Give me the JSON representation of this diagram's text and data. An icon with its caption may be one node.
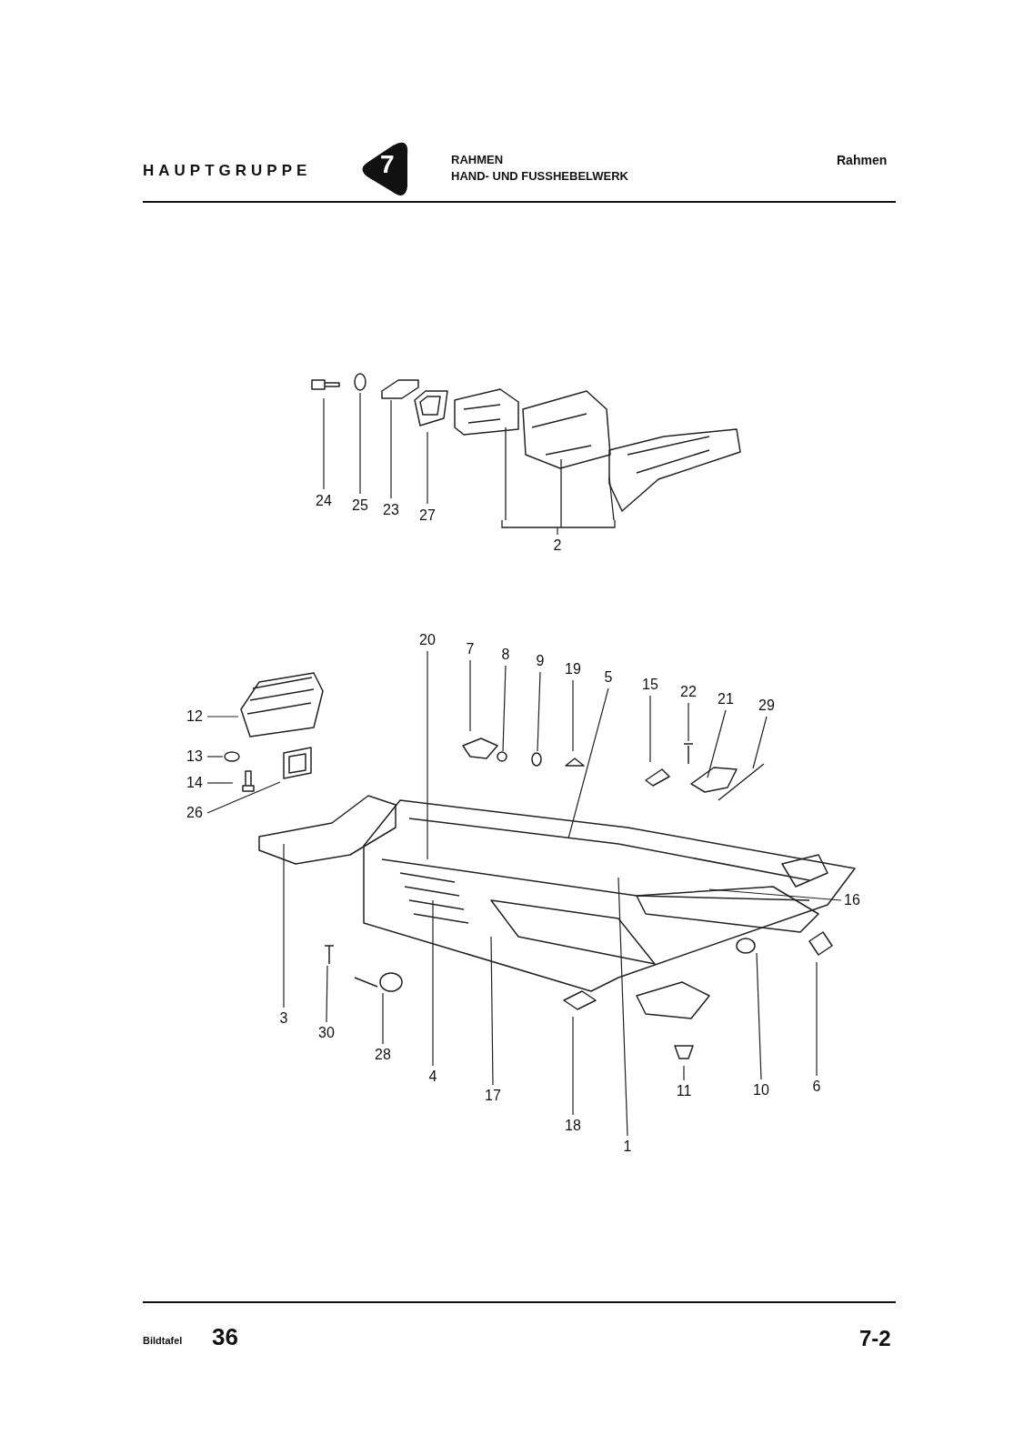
{
  "diagram": {
    "nodes": [
      {
        "text": [
          "24"
        ]
      },
      {
        "text": [
          "25"
        ]
      },
      {
        "text": [
          "23"
        ]
      },
      {
        "text": [
          "27"
        ]
      },
      {
        "text": [
          "2"
        ]
      },
      {
        "text": [
          "20"
        ]
      },
      {
        "text": [
          "7"
        ]
      },
      {
        "text": [
          "8"
        ]
      },
      {
        "text": [
          "9"
        ]
      },
      {
        "text": [
          "19"
        ]
      },
      {
        "text": [
          "5"
        ]
      },
      {
        "text": [
          "15"
        ]
      },
      {
        "text": [
          "22"
        ]
      },
      {
        "text": [
          "21"
        ]
      },
      {
        "text": [
          "29"
        ]
      },
      {
        "text": [
          "12"
        ]
      },
      {
        "text": [
          "13"
        ]
      },
      {
        "text": [
          "14"
        ]
      },
      {
        "text": [
          "26"
        ]
      },
      {
        "text": [
          "16"
        ]
      },
      {
        "text": [
          "3"
        ]
      },
      {
        "text": [
          "30"
        ]
      },
      {
        "text": [
          "28"
        ]
      },
      {
        "text": [
          "4"
        ]
      },
      {
        "text": [
          "17"
        ]
      },
      {
        "text": [
          "18"
        ]
      },
      {
        "text": [
          "1"
        ]
      },
      {
        "text": [
          "11"
        ]
      },
      {
        "text": [
          "10"
        ]
      },
      {
        "text": [
          "6"
        ]
      }
    ],
    "edges": [
      {
        "from": 0,
        "to": null,
        "arrow": "none"
      },
      {
        "from": 1,
        "to": null,
        "arrow": "none"
      },
      {
        "from": 2,
        "to": null,
        "arrow": "none"
      },
      {
        "from": 3,
        "to": null,
        "arrow": "none"
      },
      {
        "from": 4,
        "to": null,
        "arrow": "none"
      },
      {
        "from": 5,
        "to": null,
        "arrow": "none"
      },
      {
        "from": 6,
        "to": null,
        "arrow": "none"
      },
      {
        "from": 7,
        "to": null,
        "arrow": "none"
      },
      {
        "from": 8,
        "to": null,
        "arrow": "none"
      },
      {
        "from": 9,
        "to": null,
        "arrow": "none"
      },
      {
        "from": 10,
        "to": null,
        "arrow": "none"
      },
      {
        "from": 11,
        "to": null,
        "arrow": "none"
      },
      {
        "from": 12,
        "to": null,
        "arrow": "none"
      },
      {
        "from": 13,
        "to": null,
        "arrow": "none"
      },
      {
        "from": 14,
        "to": null,
        "arrow": "none"
      },
      {
        "from": 15,
        "to": null,
        "arrow": "none"
      },
      {
        "from": 16,
        "to": null,
        "arrow": "none"
      },
      {
        "from": 17,
        "to": null,
        "arrow": "none"
      },
      {
        "from": 18,
        "to": null,
        "arrow": "none"
      },
      {
        "from": 19,
        "to": null,
        "arrow": "none"
      },
      {
        "from": 20,
        "to": null,
        "arrow": "none"
      },
      {
        "from": 21,
        "to": null,
        "arrow": "none"
      },
      {
        "from": 22,
        "to": null,
        "arrow": "none"
      },
      {
        "from": 23,
        "to": null,
        "arrow": "none"
      },
      {
        "from": 24,
        "to": null,
        "arrow": "none"
      },
      {
        "from": 25,
        "to": null,
        "arrow": "none"
      },
      {
        "from": 26,
        "to": null,
        "arrow": "none"
      },
      {
        "from": 27,
        "to": null,
        "arrow": "none"
      },
      {
        "from": 28,
        "to": null,
        "arrow": "none"
      },
      {
        "from": 29,
        "to": null,
        "arrow": "none"
      }
    ],
    "labels": [
      "HAUPTGRUPPE",
      "7",
      "RAHMEN",
      "HAND- UND FUSSHEBELWERK",
      "Rahmen",
      "Bildtafel",
      "36",
      "7-2"
    ]
  }
}
